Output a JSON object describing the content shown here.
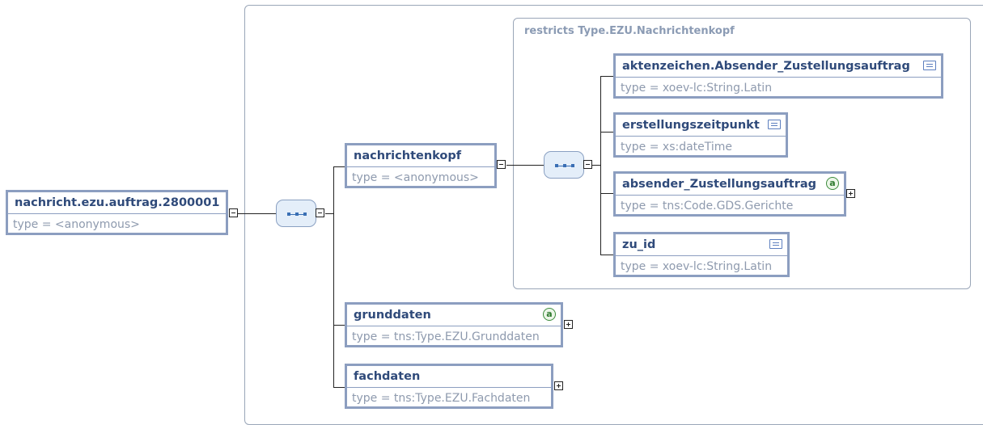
{
  "diagram": {
    "restriction_label": "restricts Type.EZU.Nachrichtenkopf",
    "root": {
      "name": "nachricht.ezu.auftrag.2800001",
      "type": "type = <anonymous>"
    },
    "nachrichtenkopf": {
      "name": "nachrichtenkopf",
      "type": "type = <anonymous>"
    },
    "grunddaten": {
      "name": "grunddaten",
      "type": "type = tns:Type.EZU.Grunddaten",
      "attr_icon": "a"
    },
    "fachdaten": {
      "name": "fachdaten",
      "type": "type = tns:Type.EZU.Fachdaten"
    },
    "aktenzeichen": {
      "name": "aktenzeichen.Absender_Zustellungsauftrag",
      "type": "type = xoev-lc:String.Latin"
    },
    "erstellungszeitpunkt": {
      "name": "erstellungszeitpunkt",
      "type": "type = xs:dateTime"
    },
    "absender": {
      "name": "absender_Zustellungsauftrag",
      "type": "type = tns:Code.GDS.Gerichte",
      "attr_icon": "a"
    },
    "zu_id": {
      "name": "zu_id",
      "type": "type = xoev-lc:String.Latin"
    }
  },
  "icons": {
    "documentation": "documentation-icon",
    "attribute": "attribute-icon",
    "sequence": "sequence-icon",
    "collapse": "minus-toggle-icon",
    "expand": "plus-toggle-icon"
  }
}
